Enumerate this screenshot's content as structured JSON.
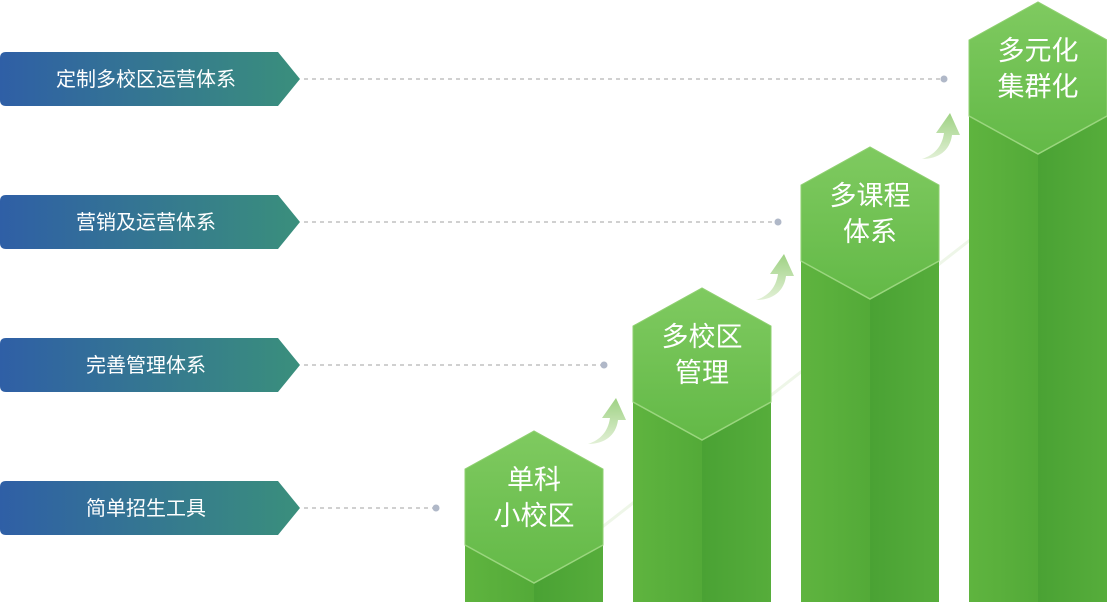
{
  "levels": [
    {
      "label": "简单招生工具",
      "stage_lines": [
        "单科",
        "小校区"
      ]
    },
    {
      "label": "完善管理体系",
      "stage_lines": [
        "多校区",
        "管理"
      ]
    },
    {
      "label": "营销及运营体系",
      "stage_lines": [
        "多课程",
        "体系"
      ]
    },
    {
      "label": "定制多校区运营体系",
      "stage_lines": [
        "多元化",
        "集群化"
      ]
    }
  ],
  "colors": {
    "tag_start": "#2f5fa6",
    "tag_end": "#3a8f7c",
    "bar_light": "#6cc04a",
    "bar_dark": "#4ba336",
    "hex_top": "#7cc85c",
    "hex_bottom": "#5fb843",
    "arrow": "#cfe6bd",
    "dash": "#b8b8b8"
  }
}
